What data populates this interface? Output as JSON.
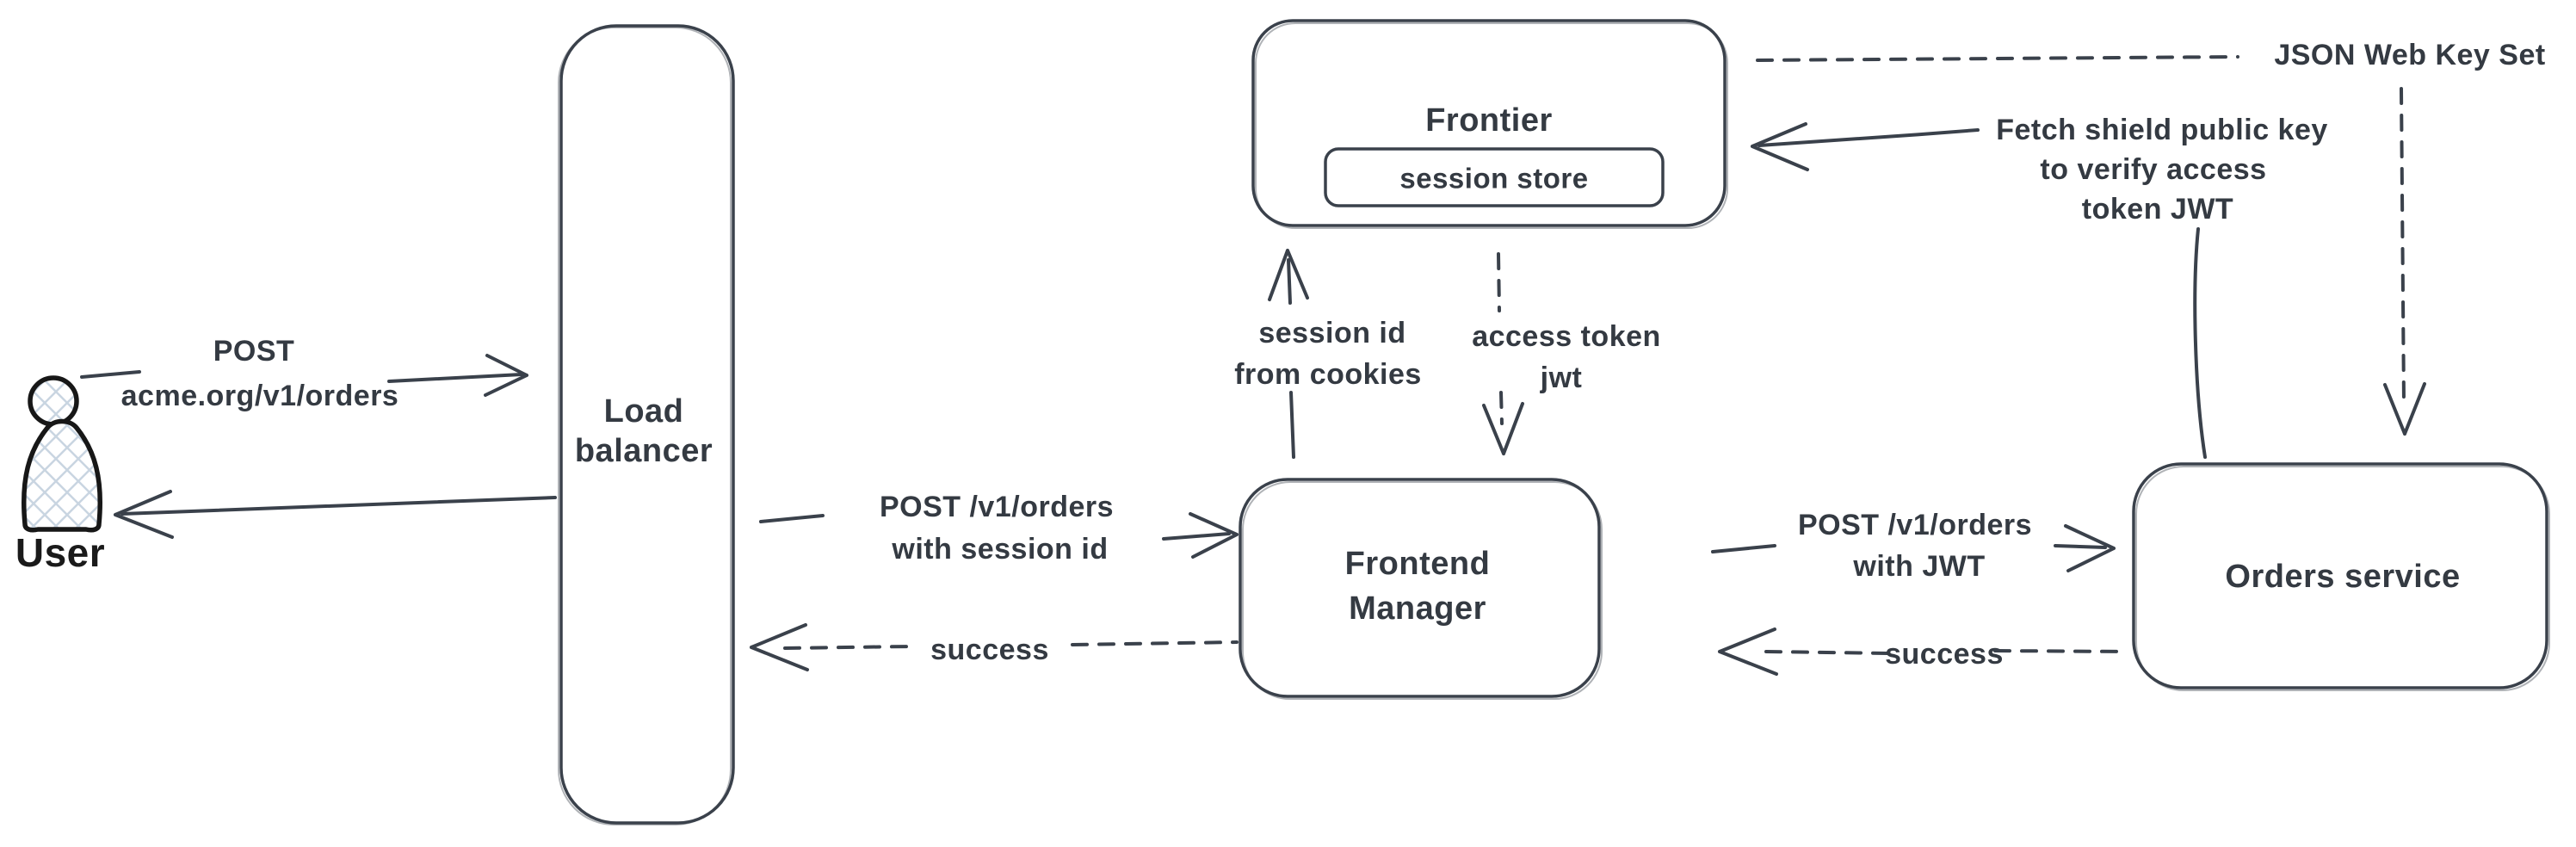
{
  "diagram": {
    "nodes": {
      "user": {
        "label": "User"
      },
      "load_balancer": {
        "line1": "Load",
        "line2": "balancer"
      },
      "frontier": {
        "label": "Frontier"
      },
      "session_store": {
        "label": "session store"
      },
      "frontend_manager": {
        "line1": "Frontend",
        "line2": "Manager"
      },
      "orders_service": {
        "label": "Orders service"
      }
    },
    "edges": {
      "user_to_lb": {
        "line1": "POST",
        "line2": "acme.org/v1/orders"
      },
      "lb_to_fm": {
        "line1": "POST /v1/orders",
        "line2": "with session id"
      },
      "fm_to_lb_success": {
        "label": "success"
      },
      "fm_to_frontier": {
        "line1": "session id",
        "line2": "from cookies"
      },
      "frontier_to_fm": {
        "line1": "access token",
        "line2": "jwt"
      },
      "fm_to_orders": {
        "line1": "POST /v1/orders",
        "line2": "with JWT"
      },
      "orders_to_fm_success": {
        "label": "success"
      },
      "orders_to_frontier": {
        "line1": "Fetch shield public key",
        "line2": "to verify access",
        "line3": "token JWT"
      },
      "frontier_to_jwks": {
        "label": "JSON Web Key Set"
      }
    },
    "colors": {
      "background": "#ffffff",
      "stroke": "#3a414b",
      "text": "#343a42",
      "actor_stroke": "#1a1a1a",
      "actor_hatch": "#c9d5e1"
    }
  }
}
